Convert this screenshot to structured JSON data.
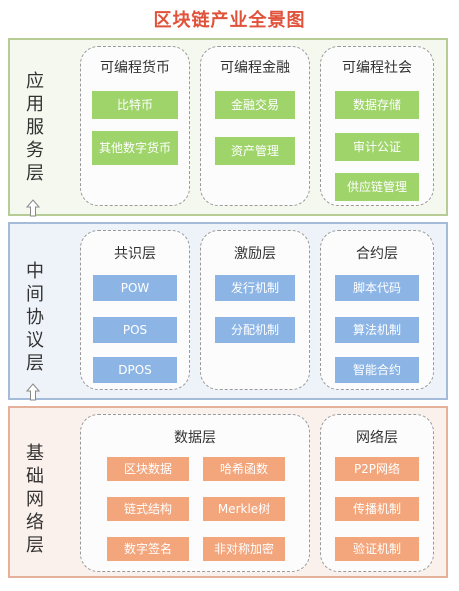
{
  "title": "区块链产业全景图",
  "layers": {
    "app": {
      "name": "应用服务层",
      "groups": [
        {
          "title": "可编程货币",
          "items": [
            "比特币",
            "其他数字货币"
          ]
        },
        {
          "title": "可编程金融",
          "items": [
            "金融交易",
            "资产管理"
          ]
        },
        {
          "title": "可编程社会",
          "items": [
            "数据存储",
            "审计公证",
            "供应链管理"
          ]
        }
      ]
    },
    "proto": {
      "name": "中间协议层",
      "groups": [
        {
          "title": "共识层",
          "items": [
            "POW",
            "POS",
            "DPOS"
          ]
        },
        {
          "title": "激励层",
          "items": [
            "发行机制",
            "分配机制"
          ]
        },
        {
          "title": "合约层",
          "items": [
            "脚本代码",
            "算法机制",
            "智能合约"
          ]
        }
      ]
    },
    "base": {
      "name": "基础网络层",
      "groups": [
        {
          "title": "数据层",
          "items": [
            "区块数据",
            "哈希函数",
            "链式结构",
            "Merkle树",
            "数字签名",
            "非对称加密"
          ]
        },
        {
          "title": "网络层",
          "items": [
            "P2P网络",
            "传播机制",
            "验证机制"
          ]
        }
      ]
    }
  },
  "colors": {
    "title": "#e0523a",
    "app_chip": "#9fd46b",
    "proto_chip": "#8cb5e6",
    "base_chip": "#f3a57c"
  }
}
